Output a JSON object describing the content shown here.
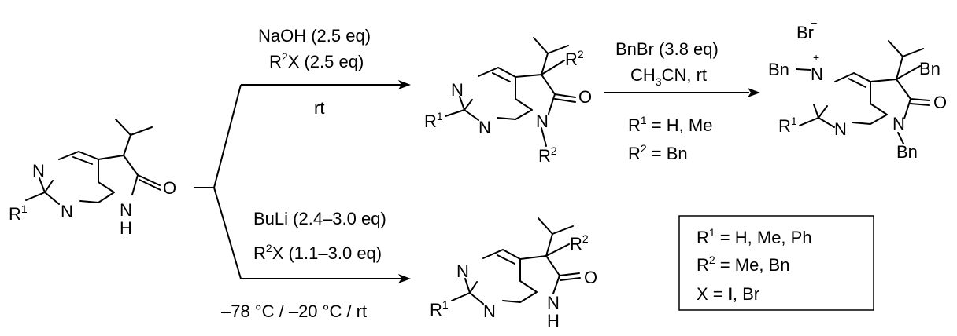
{
  "atoms": {
    "N": "N",
    "NH_N": "N",
    "NH_H": "H",
    "O": "O",
    "R": "R",
    "one": "1",
    "two": "2",
    "Bn": "Bn",
    "Br": "Br",
    "minus": "–",
    "plus": "+"
  },
  "upper_arrow": {
    "line1": "NaOH (2.5 eq)",
    "line2_pre": "R",
    "line2_sup": "2",
    "line2_post": "X (2.5 eq)",
    "line3": "rt"
  },
  "lower_arrow": {
    "line1": "BuLi (2.4–3.0 eq)",
    "line2_pre": "R",
    "line2_sup": "2",
    "line2_post": "X  (1.1–3.0 eq)",
    "line3": "–78 °C / –20 °C / rt"
  },
  "benzylation_arrow": {
    "line1": "BnBr (3.8 eq)",
    "line2_pre": "CH",
    "line2_sub": "3",
    "line2_post": "CN, rt",
    "cond1_pre": "R",
    "cond1_sup": "1",
    "cond1_post": " = H, Me",
    "cond2_pre": "R",
    "cond2_sup": "2",
    "cond2_post": " = Bn"
  },
  "legend_box": {
    "line1_pre": "R",
    "line1_sup": "1",
    "line1_post": " = H, Me, Ph",
    "line2_pre": "R",
    "line2_sup": "2",
    "line2_post": " = Me, Bn",
    "line3_pre": "X = ",
    "line3_bold": "I",
    "line3_post": ", Br"
  }
}
